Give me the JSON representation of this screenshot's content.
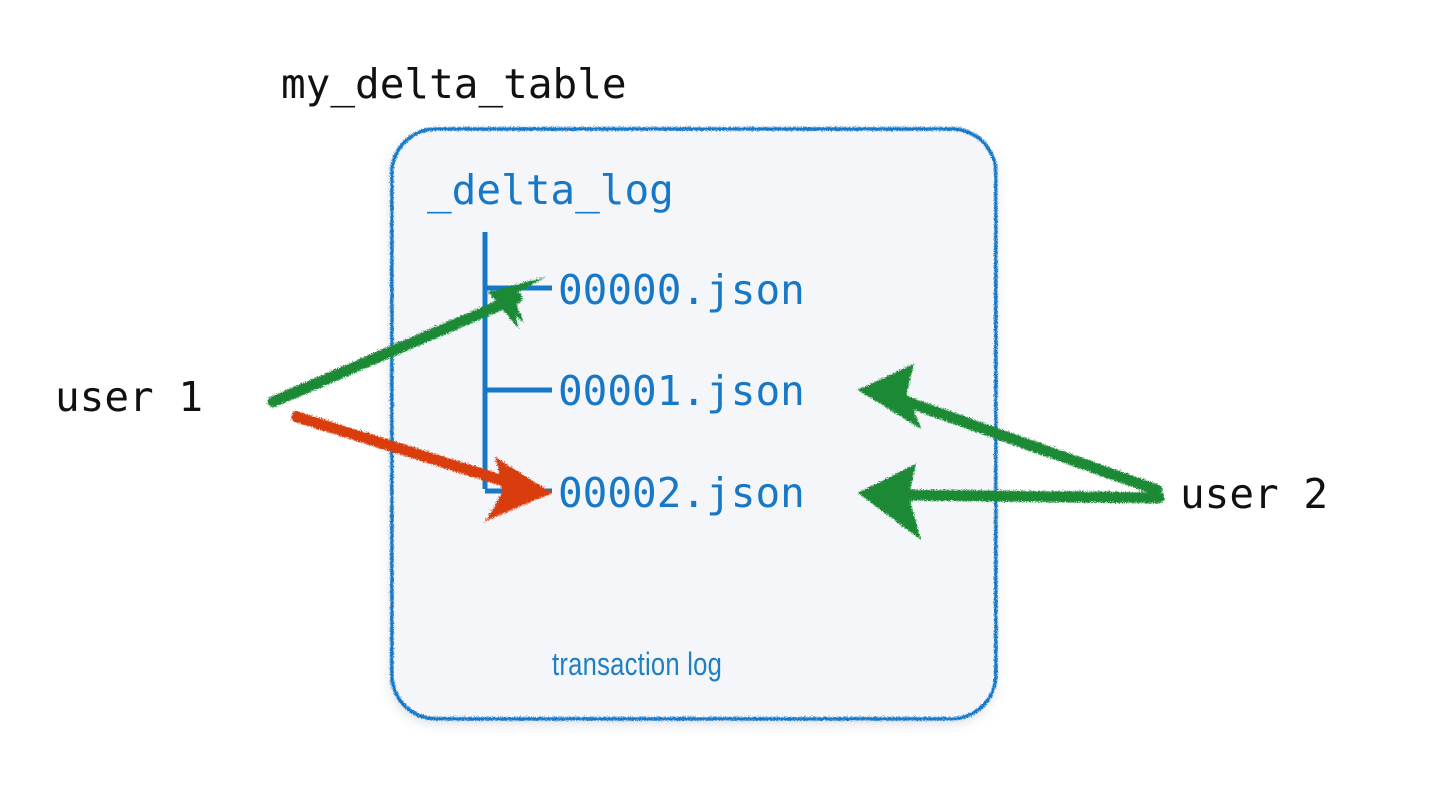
{
  "diagram": {
    "title": "my_delta_table",
    "container": {
      "label": "_delta_log",
      "footer_label": "transaction log",
      "fill_color": "#f4f6fa",
      "border_color": "#1778c8"
    },
    "tree_items": [
      {
        "id": "json-0",
        "label": "00000.json"
      },
      {
        "id": "json-1",
        "label": "00001.json"
      },
      {
        "id": "json-2",
        "label": "00002.json"
      }
    ],
    "actors": [
      {
        "id": "user-1",
        "label": "user 1"
      },
      {
        "id": "user-2",
        "label": "user 2"
      }
    ],
    "arrows": [
      {
        "id": "user1-read-00000",
        "from": "user 1",
        "to": "00000.json",
        "color": "#1a8a35",
        "style": "hand-drawn"
      },
      {
        "id": "user1-write-00002",
        "from": "user 1",
        "to": "00002.json",
        "color": "#d93c0e",
        "style": "hand-drawn"
      },
      {
        "id": "user2-read-00001",
        "from": "user 2",
        "to": "00001.json",
        "color": "#1a8a35",
        "style": "hand-drawn"
      },
      {
        "id": "user2-read-00002",
        "from": "user 2",
        "to": "00002.json",
        "color": "#1a8a35",
        "style": "hand-drawn"
      }
    ],
    "colors": {
      "blue": "#1778c8",
      "green": "#1a8a35",
      "red": "#d93c0e",
      "black": "#111111",
      "panel": "#f4f6fa"
    }
  }
}
